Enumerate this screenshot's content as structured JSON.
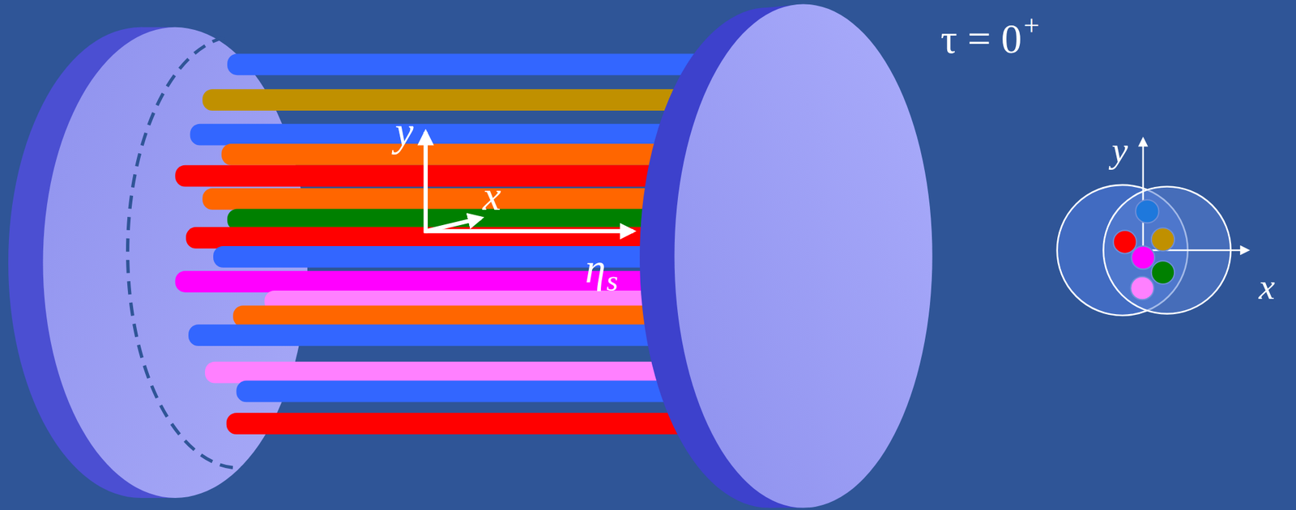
{
  "diagram": {
    "labels": [
      "τ = 0",
      "+",
      "y",
      "x",
      "η",
      "s",
      "y",
      "x"
    ]
  }
}
